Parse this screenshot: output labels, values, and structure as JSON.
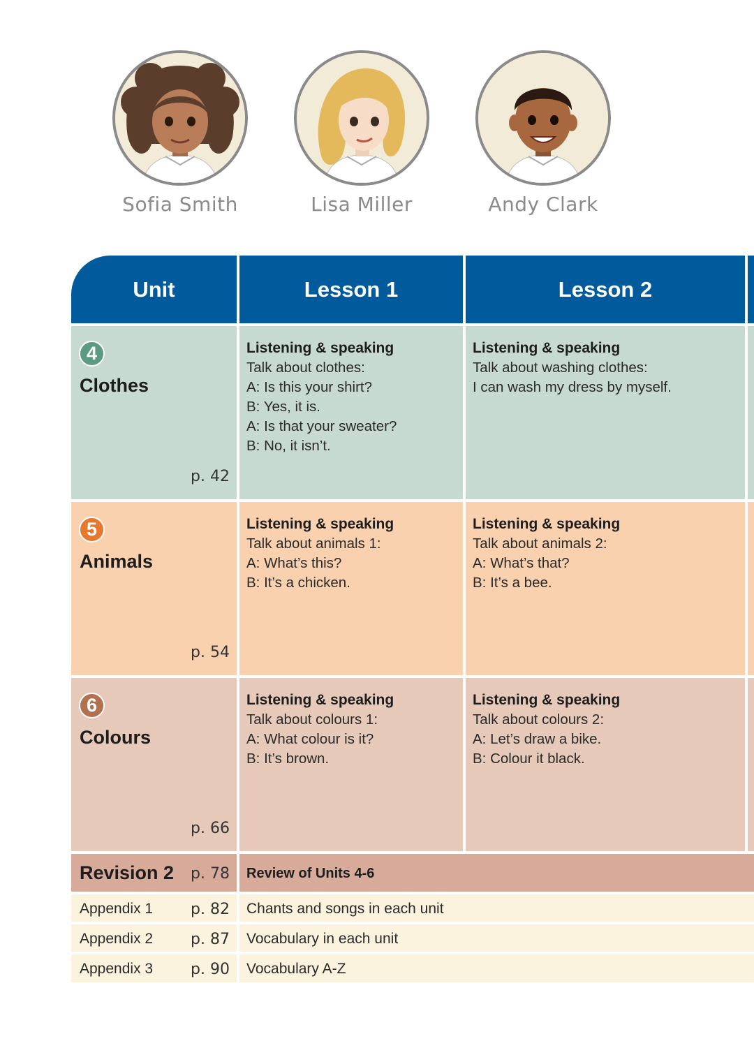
{
  "characters": [
    {
      "name": "Sofia Smith"
    },
    {
      "name": "Lisa Miller"
    },
    {
      "name": "Andy Clark"
    }
  ],
  "headers": {
    "unit": "Unit",
    "lesson1": "Lesson 1",
    "lesson2": "Lesson 2"
  },
  "units": [
    {
      "number": "4",
      "title": "Clothes",
      "page": "p. 42",
      "color": "#c7dad1",
      "badge_color": "#5b9a83",
      "lesson1": {
        "heading": "Listening & speaking",
        "lines": [
          "Talk about clothes:",
          "A: Is this your shirt?",
          "B: Yes, it is.",
          "A: Is that your sweater?",
          "B: No, it isn’t."
        ]
      },
      "lesson2": {
        "heading": "Listening & speaking",
        "lines": [
          "Talk about washing clothes:",
          "I can wash my dress by myself."
        ]
      }
    },
    {
      "number": "5",
      "title": "Animals",
      "page": "p. 54",
      "color": "#f9d1ae",
      "badge_color": "#e8772e",
      "lesson1": {
        "heading": "Listening & speaking",
        "lines": [
          "Talk about animals 1:",
          "A: What’s this?",
          "B: It’s a chicken."
        ]
      },
      "lesson2": {
        "heading": "Listening & speaking",
        "lines": [
          "Talk about animals 2:",
          "A: What’s that?",
          "B: It’s a bee."
        ]
      }
    },
    {
      "number": "6",
      "title": "Colours",
      "page": "p. 66",
      "color": "#e6c9b8",
      "badge_color": "#b3704f",
      "lesson1": {
        "heading": "Listening & speaking",
        "lines": [
          "Talk about colours 1:",
          "A: What colour is it?",
          "B: It’s brown."
        ]
      },
      "lesson2": {
        "heading": "Listening & speaking",
        "lines": [
          "Talk about colours 2:",
          "A: Let’s draw a bike.",
          "B: Colour it black."
        ]
      }
    }
  ],
  "revision": {
    "title": "Revision 2",
    "page": "p. 78",
    "text": "Review of Units 4-6",
    "color": "#d8aa9a"
  },
  "appendices": [
    {
      "title": "Appendix 1",
      "page": "p. 82",
      "text": "Chants and songs in each unit"
    },
    {
      "title": "Appendix 2",
      "page": "p. 87",
      "text": "Vocabulary in each unit"
    },
    {
      "title": "Appendix 3",
      "page": "p. 90",
      "text": "Vocabulary A-Z"
    }
  ],
  "colors": {
    "header": "#005a9c",
    "appendix": "#fcf3df"
  }
}
